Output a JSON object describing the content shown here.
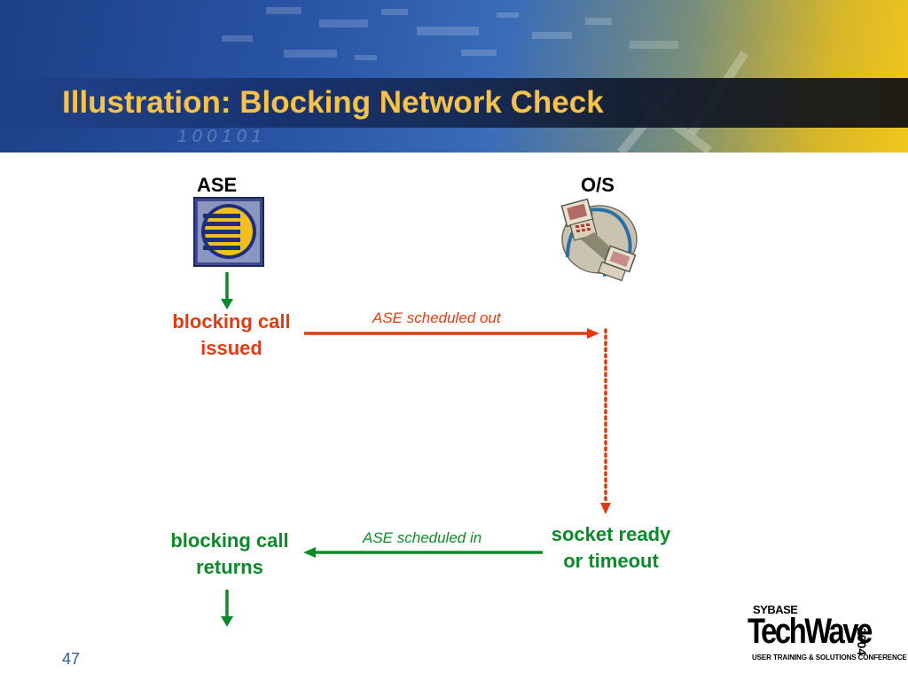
{
  "slide": {
    "title": "Illustration: Blocking Network Check",
    "page_number": "47"
  },
  "header_deco": {
    "binary_text": "1 0 0 1 0 1"
  },
  "columns": {
    "ase": "ASE",
    "os": "O/S"
  },
  "states": {
    "call_issued": [
      "blocking call",
      "issued"
    ],
    "socket_ready": [
      "socket ready",
      "or timeout"
    ],
    "call_returns": [
      "blocking call",
      "returns"
    ]
  },
  "transitions": {
    "scheduled_out": "ASE scheduled out",
    "scheduled_in": "ASE scheduled in"
  },
  "logo": {
    "brand": "SYBASE",
    "name": "TechWave",
    "year": "2004",
    "tagline": "USER TRAINING & SOLUTIONS CONFERENCE"
  },
  "colors": {
    "title": "#f6c24a",
    "red": "#e23b12",
    "green": "#0c8a2a"
  },
  "icons": {
    "ase": "ase-server-icon",
    "os": "computer-network-icon"
  }
}
